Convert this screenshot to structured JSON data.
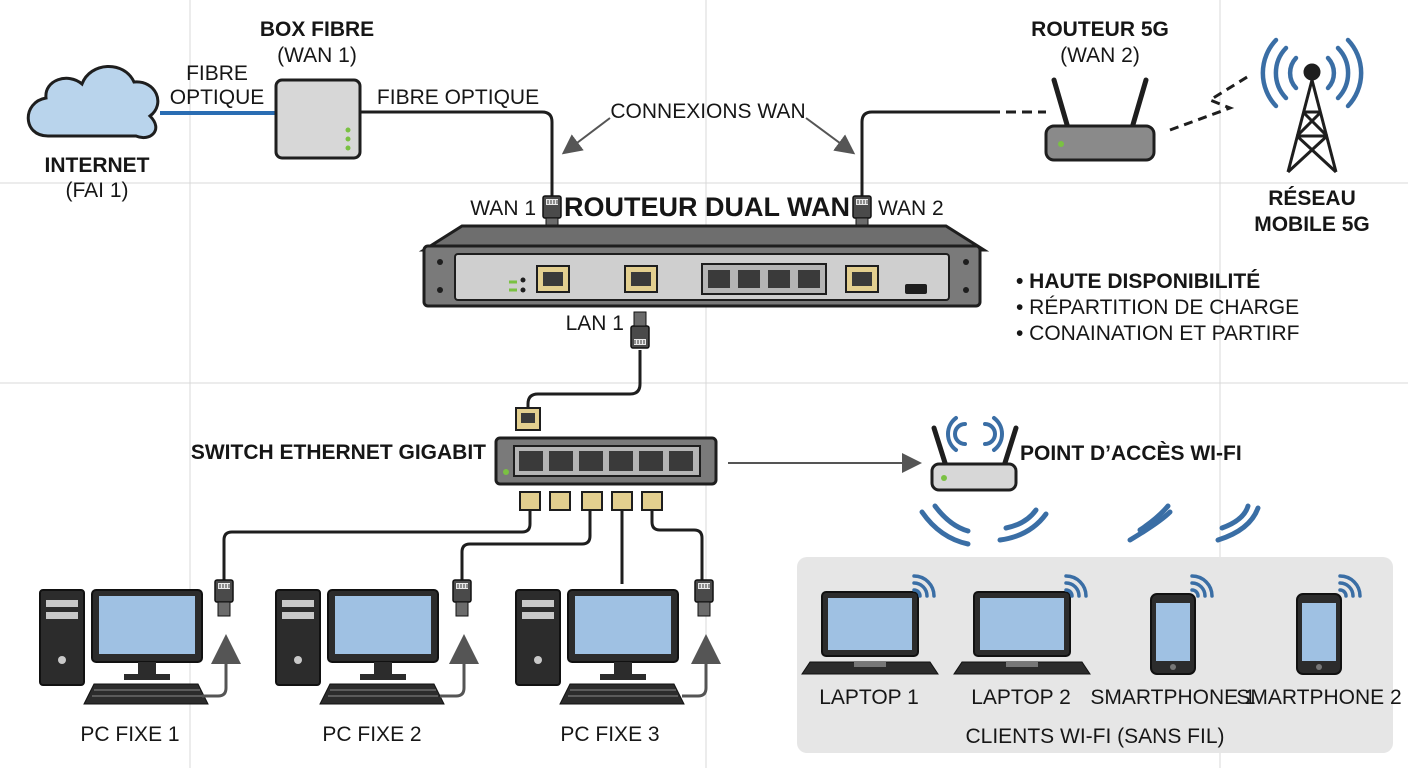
{
  "title": "ROUTEUR DUAL WAN",
  "internet": {
    "name": "INTERNET",
    "isp": "(FAI 1)"
  },
  "fiber_box": {
    "name": "BOX FIBRE",
    "wan": "(WAN 1)",
    "cloud_link_line1": "FIBRE",
    "cloud_link_line2": "OPTIQUE",
    "router_link": "FIBRE OPTIQUE"
  },
  "router_5g": {
    "name": "ROUTEUR 5G",
    "wan": "(WAN 2)"
  },
  "mobile_network": {
    "line1": "RÉSEAU",
    "line2": "MOBILE 5G"
  },
  "wan_connections_label": "CONNEXIONS WAN",
  "ports": {
    "wan1": "WAN 1",
    "wan2": "WAN 2",
    "lan1": "LAN 1"
  },
  "features": [
    "• HAUTE DISPONIBILITÉ",
    "• RÉPARTITION DE CHARGE",
    "• CONAINATION ET PARTIRF"
  ],
  "switch": {
    "name": "SWITCH ETHERNET GIGABIT"
  },
  "access_point": {
    "name": "POINT D’ACCÈS WI-FI"
  },
  "pcs": [
    "PC FIXE 1",
    "PC FIXE 2",
    "PC FIXE 3"
  ],
  "wifi_clients": {
    "devices": [
      "LAPTOP 1",
      "LAPTOP 2",
      "SMARTPHONE 1",
      "SMARTPHONE 2"
    ],
    "panel_title": "CLIENTS WI-FI (SANS FIL)"
  },
  "colors": {
    "fiber": "#2a6db3",
    "screen": "#9fc1e3",
    "cloud": "#b9d4ec",
    "wifi": "#3a6ea5",
    "led": "#7ac142",
    "port": "#e3cf8f"
  }
}
